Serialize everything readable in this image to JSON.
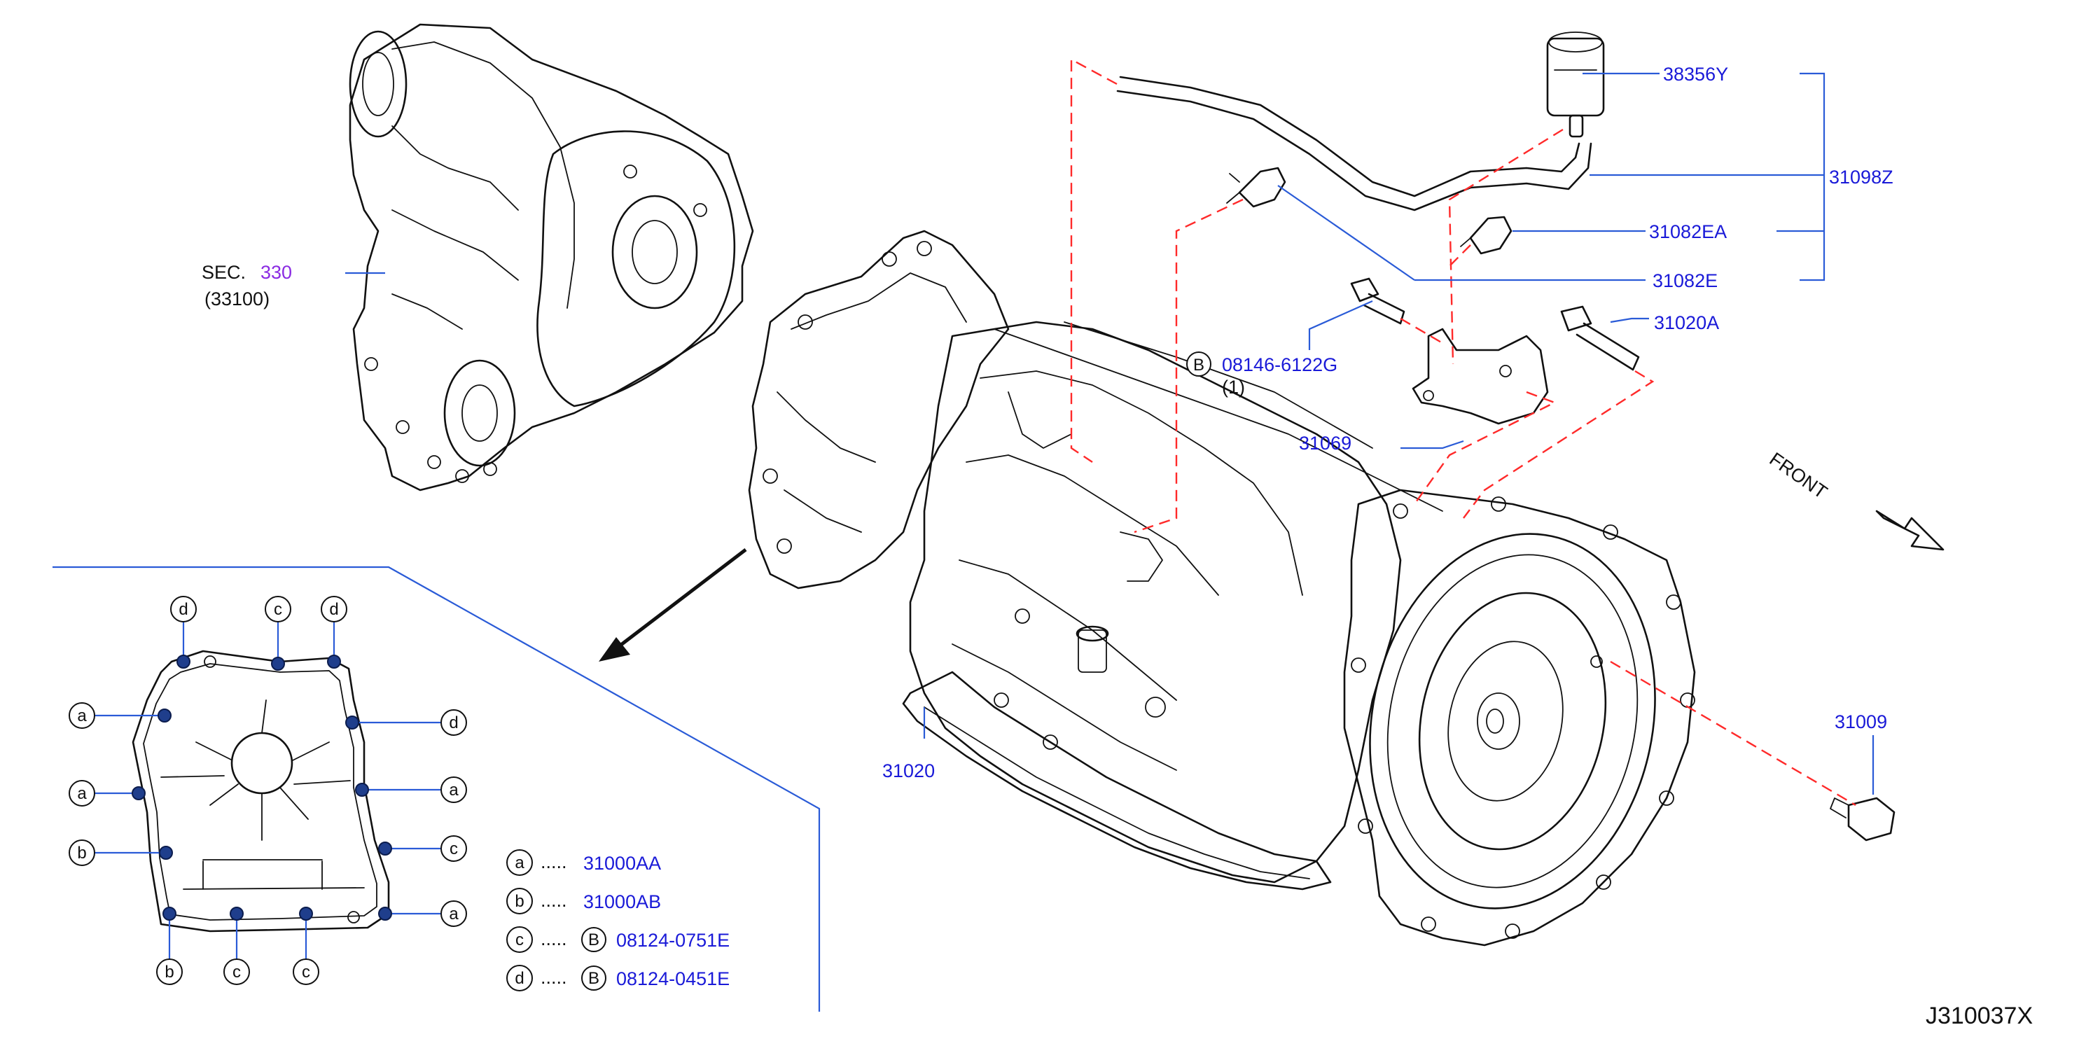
{
  "colors": {
    "part_number": "#1a1ad8",
    "section_number": "#8a2be2",
    "leader_line": "#2a5bd7",
    "phantom_line": "#ff2a2a",
    "bolt_marker": "#1f3e8c",
    "drawing_line": "#111111"
  },
  "labels": {
    "sec_prefix": "SEC.",
    "sec_number": "330",
    "sec_sub": "(33100)",
    "p38356Y": "38356Y",
    "p31098Z": "31098Z",
    "p31082EA": "31082EA",
    "p31082E": "31082E",
    "p31020A": "31020A",
    "p08146": "08146-6122G",
    "p08146_qty": "(1)",
    "p31069": "31069",
    "p31020": "31020",
    "p31009": "31009",
    "front": "FRONT",
    "b_symbol": "B",
    "diagram_code": "J310037X"
  },
  "bolt_markers": [
    "a",
    "b",
    "c",
    "d"
  ],
  "legend": [
    {
      "letter": "a",
      "dots": ".....",
      "b_symbol": "",
      "part": "31000AA"
    },
    {
      "letter": "b",
      "dots": ".....",
      "b_symbol": "",
      "part": "31000AB"
    },
    {
      "letter": "c",
      "dots": ".....",
      "b_symbol": "B",
      "part": "08124-0751E"
    },
    {
      "letter": "d",
      "dots": ".....",
      "b_symbol": "B",
      "part": "08124-0451E"
    }
  ]
}
